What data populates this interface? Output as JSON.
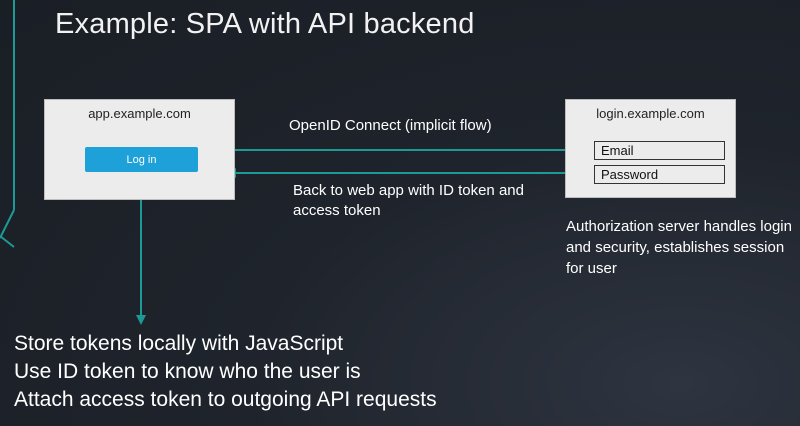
{
  "title": "Example: SPA with API backend",
  "app_box": {
    "domain": "app.example.com",
    "login_button": "Log in"
  },
  "login_box": {
    "domain": "login.example.com",
    "email_field": "Email",
    "password_field": "Password"
  },
  "flow": {
    "request_label": "OpenID Connect (implicit flow)",
    "response_label": "Back to web app with ID token and access token"
  },
  "authz_note": "Authorization server handles login and security, establishes session for user",
  "bottom_lines": [
    "Store tokens locally with JavaScript",
    "Use ID token to know who the user is",
    "Attach access token to outgoing API requests"
  ],
  "colors": {
    "arrow": "#1b9a96",
    "button": "#1da1d8",
    "background": "#1f242c"
  }
}
